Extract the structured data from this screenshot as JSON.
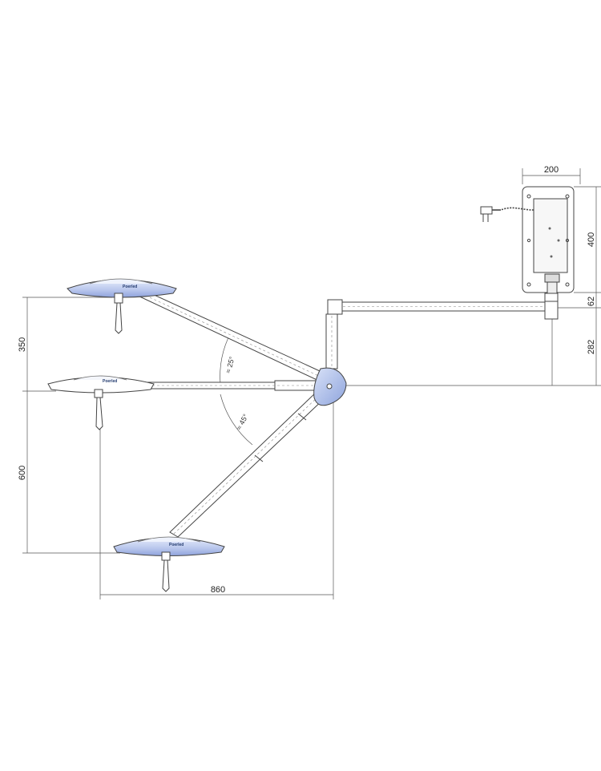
{
  "dimensions": {
    "mount_width": "200",
    "mount_height": "400",
    "mount_offset": "62",
    "pivot_drop": "282",
    "upper_span": "350",
    "lower_span": "600",
    "reach": "860"
  },
  "angles": {
    "upper": "≈ 25°",
    "lower": "≈ 45°"
  },
  "lamp_label": "Poerled",
  "colors": {
    "lamp_fill": "#bcc8ec",
    "joint_fill": "#aebfe8",
    "line": "#444444"
  }
}
